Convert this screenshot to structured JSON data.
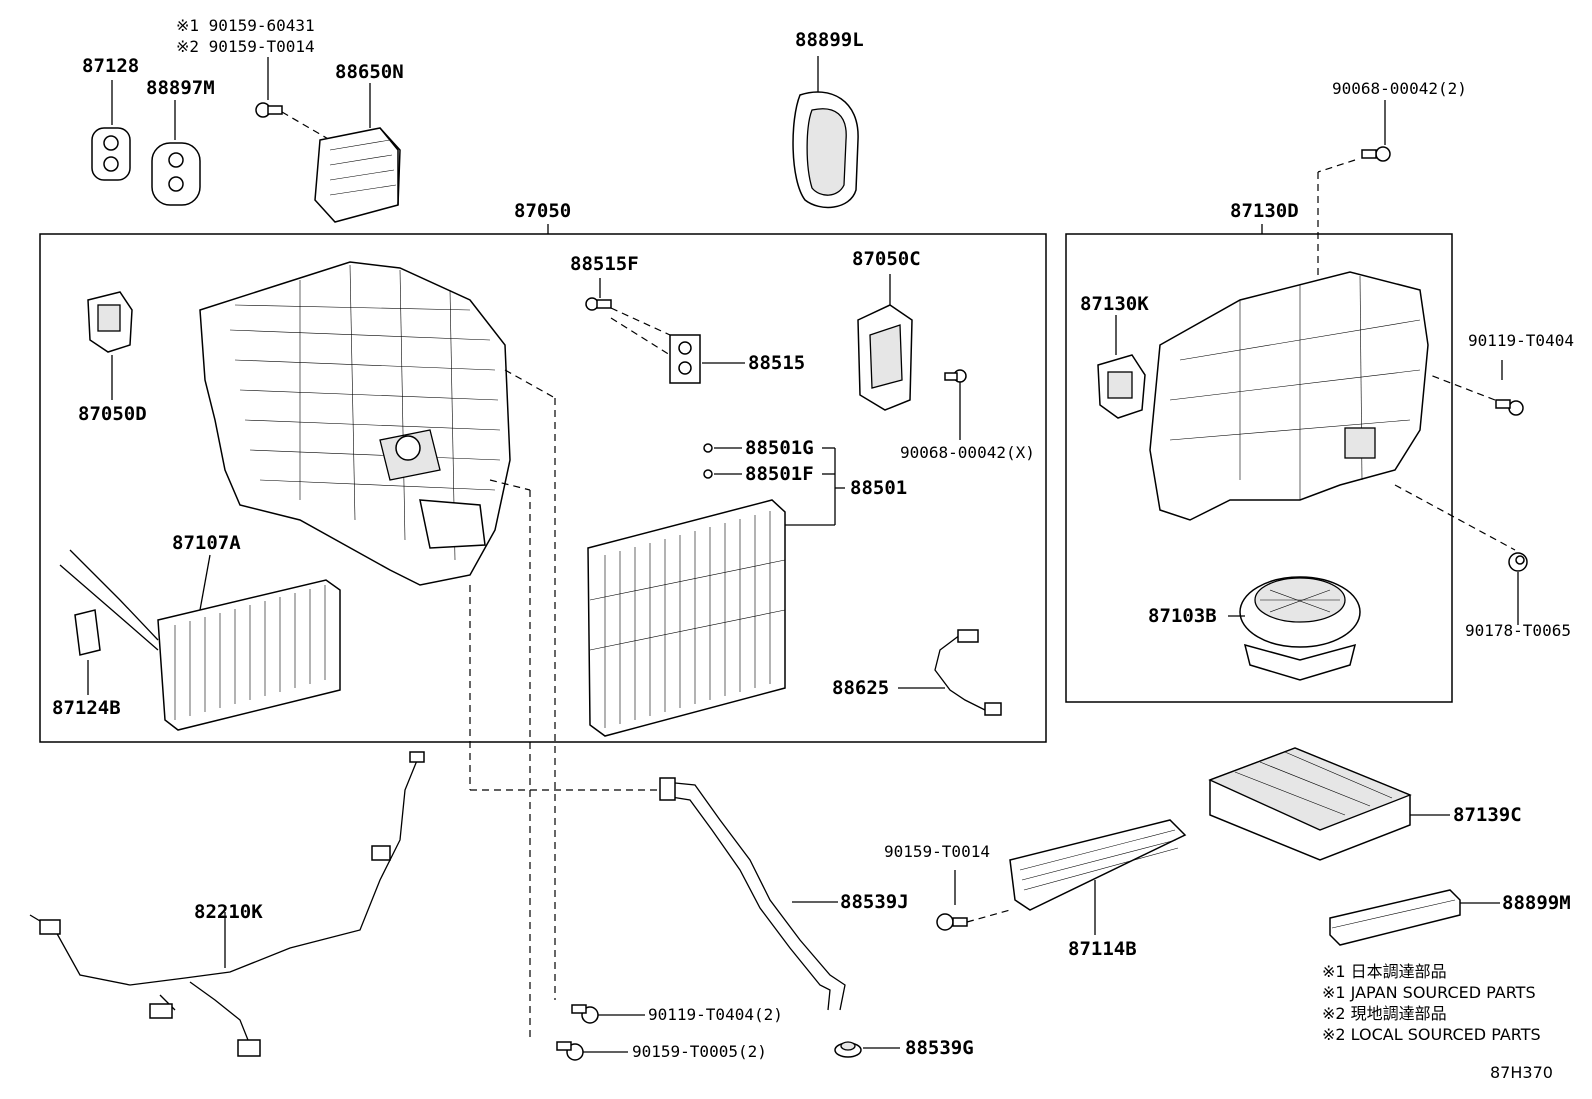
{
  "labels": {
    "p87128": "87128",
    "p88897M": "88897M",
    "note_90159_60431": "※1 90159-60431",
    "note_90159_T0014_top": "※2 90159-T0014",
    "p88650N": "88650N",
    "p88899L": "88899L",
    "p90068_00042_2": "90068-00042(2)",
    "p87050": "87050",
    "p87130D": "87130D",
    "p88515F": "88515F",
    "p87050C": "87050C",
    "p87130K": "87130K",
    "p90119_T0404": "90119-T0404",
    "p88515": "88515",
    "p87050D": "87050D",
    "p90068_00042_X": "90068-00042(X)",
    "p88501G": "88501G",
    "p88501F": "88501F",
    "p88501": "88501",
    "p87107A": "87107A",
    "p90178_T0065": "90178-T0065",
    "p87103B": "87103B",
    "p88625": "88625",
    "p87124B": "87124B",
    "p87139C": "87139C",
    "p90159_T0014": "90159-T0014",
    "p88539J": "88539J",
    "p82210K": "82210K",
    "p88899M": "88899M",
    "p87114B": "87114B",
    "p90119_T0404_2": "90119-T0404(2)",
    "p90159_T0005_2": "90159-T0005(2)",
    "p88539G": "88539G"
  },
  "legend": {
    "line1": "※1 日本調達部品",
    "line2": "※1 JAPAN SOURCED PARTS",
    "line3": "※2 現地調達部品",
    "line4": "※2 LOCAL SOURCED PARTS"
  },
  "diagram_id": "87H370"
}
